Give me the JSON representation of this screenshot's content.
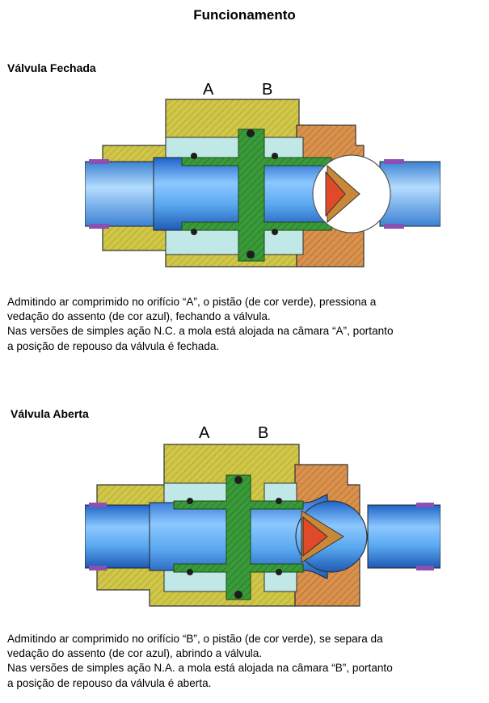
{
  "page": {
    "title": "Funcionamento"
  },
  "sections": [
    {
      "heading": "Válvula Fechada",
      "port_a": "A",
      "port_b": "B",
      "description": [
        "Admitindo ar comprimido no orifício “A”, o pistão (de cor verde), pressiona a",
        "vedação do assento (de cor azul), fechando a válvula.",
        "Nas versões de simples ação N.C. a mola está alojada na câmara “A”, portanto",
        " a posição de repouso da válvula é fechada."
      ]
    },
    {
      "heading": "Válvula Aberta",
      "port_a": "A",
      "port_b": "B",
      "description": [
        "Admitindo ar comprimido no orifício “B”, o pistão (de cor verde), se separa da",
        "vedação do assento (de cor azul), abrindo a válvula.",
        "Nas versões de simples ação N.A. a mola está alojada na câmara “B”, portanto",
        "a posição de repouso da válvula é aberta."
      ]
    }
  ],
  "colors": {
    "body_yellow": "#c8be3c",
    "body_orange": "#d2823c",
    "piston_green": "#2e8b2e",
    "tube_blue": "#3c8ce6",
    "chamber_cyan": "#b4e6e6",
    "seal_purple": "#8c50b4",
    "seal_black": "#1e1e1e"
  }
}
